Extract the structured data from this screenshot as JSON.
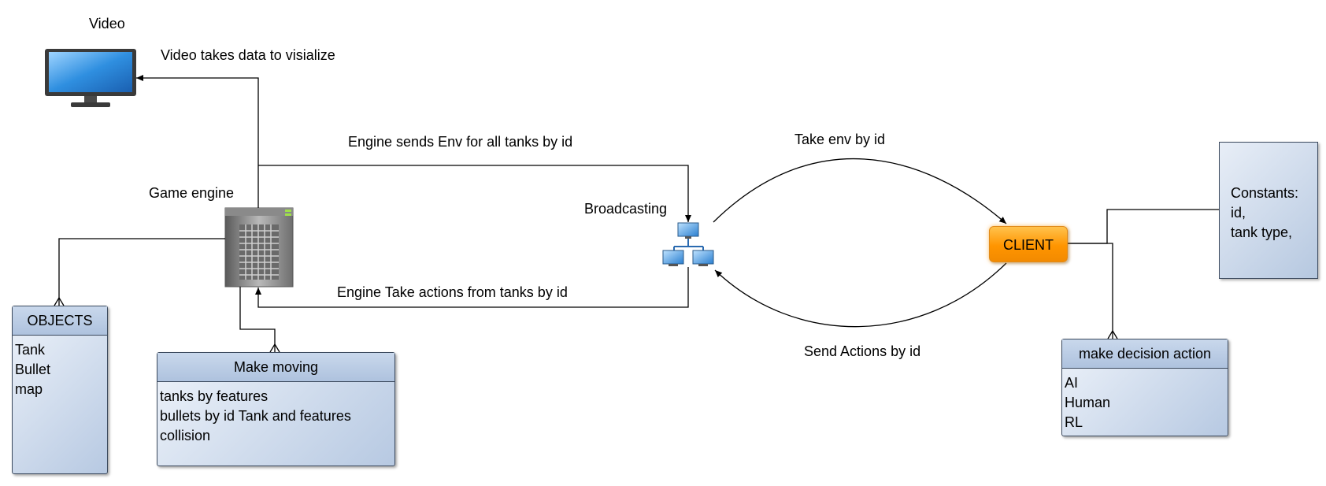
{
  "nodes": {
    "video": {
      "label": "Video"
    },
    "game_engine": {
      "label": "Game engine"
    },
    "broadcasting": {
      "label": "Broadcasting"
    },
    "client": {
      "label": "CLIENT"
    },
    "objects": {
      "title": "OBJECTS",
      "items": [
        "Tank",
        "Bullet",
        "map"
      ]
    },
    "make_moving": {
      "title": "Make moving",
      "items": [
        "tanks by features",
        "bullets by id Tank and features",
        "collision"
      ]
    },
    "decision": {
      "title": "make decision action",
      "items": [
        "AI",
        "Human",
        "RL"
      ]
    },
    "constants": {
      "lines": [
        "Constants:",
        "id,",
        "tank type,"
      ]
    }
  },
  "edges": {
    "video_data": "Video takes data to visialize",
    "engine_sends_env": "Engine sends Env for all tanks by id",
    "engine_take_actions": "Engine Take actions from tanks by id",
    "take_env": "Take env by id",
    "send_actions": "Send Actions by id"
  },
  "colors": {
    "client_fill": "#ff9500",
    "box_fill": "#b7c9e2",
    "monitor_screen": "#2f8fe0"
  }
}
